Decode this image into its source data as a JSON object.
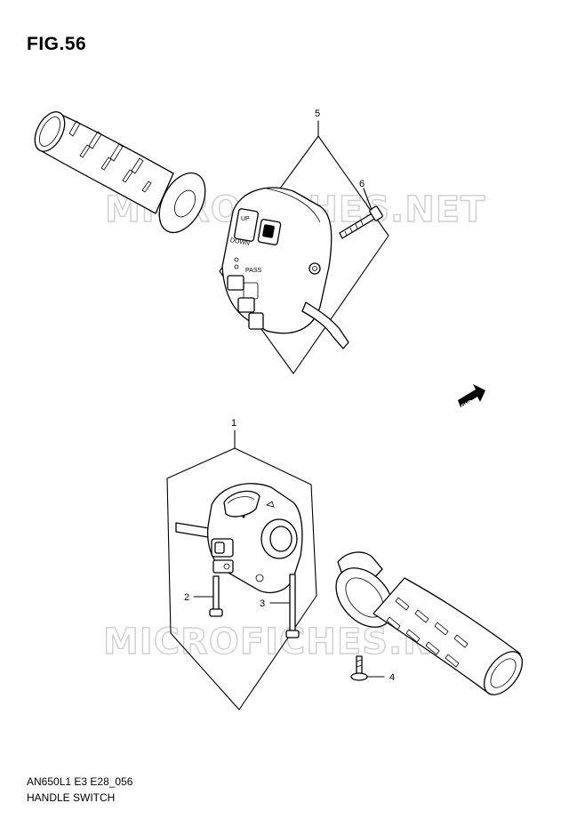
{
  "figure": {
    "title": "FIG.56"
  },
  "watermark": {
    "text": "MICROFICHES.NET"
  },
  "callouts": {
    "c1": "1",
    "c2": "2",
    "c3": "3",
    "c4": "4",
    "c5": "5",
    "c6": "6"
  },
  "switch_labels": {
    "up": "UP",
    "down": "DOWN",
    "pass": "PASS",
    "fwd_arrow": "FWD"
  },
  "footer": {
    "model_code": "AN650L1 E3 E28_056",
    "section_name": "HANDLE SWITCH"
  }
}
